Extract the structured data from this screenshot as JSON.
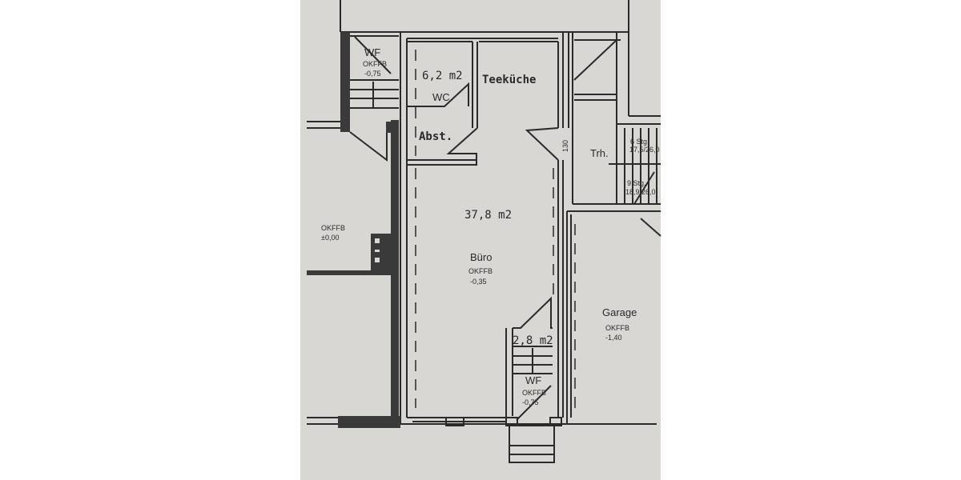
{
  "colors": {
    "paper": "#d9d7d3",
    "ink": "#2a2a2a",
    "background": "#ffffff"
  },
  "rooms": {
    "wf_top": {
      "name": "WF",
      "level_label": "OKFFB",
      "level": "-0,75"
    },
    "wc": {
      "area": "6,2 m2",
      "name": "WC"
    },
    "abst": {
      "name": "Abst."
    },
    "teekueche": {
      "name": "Teeküche"
    },
    "buero": {
      "area": "37,8 m2",
      "name": "Büro",
      "level_label": "OKFFB",
      "level": "-0,35"
    },
    "left": {
      "level_label": "OKFFB",
      "level": "±0,00"
    },
    "trh": {
      "name": "Trh.",
      "door_width": "130",
      "stair_upper": "6 Stg.",
      "stair_upper_dims": "17,5/26,0",
      "stair_lower": "9 Stg.",
      "stair_lower_dims": "18,9/26,0"
    },
    "garage": {
      "name": "Garage",
      "level_label": "OKFFB",
      "level": "-1,40"
    },
    "wf_bottom": {
      "area": "2,8 m2",
      "name": "WF",
      "level_label": "OKFFB",
      "level": "-0,75"
    }
  }
}
